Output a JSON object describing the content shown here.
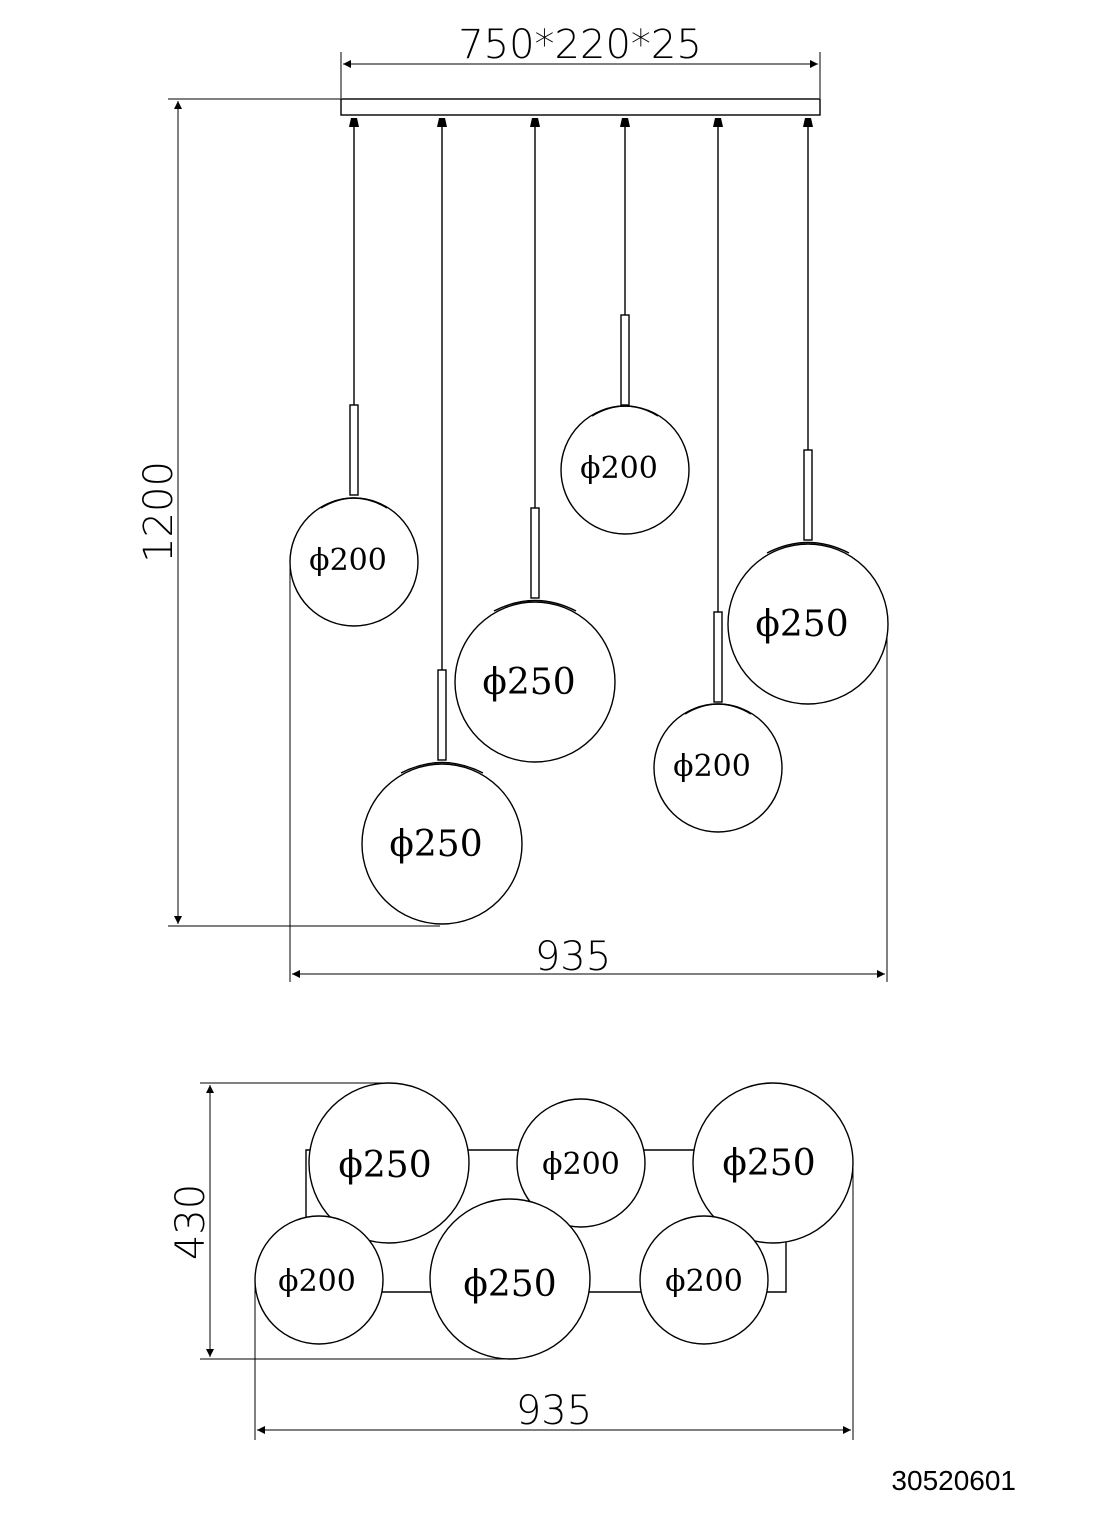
{
  "side_view": {
    "canopy_dim": "750*220*25",
    "height_dim": "1200",
    "width_dim": "935",
    "globes": [
      {
        "label": "ϕ200"
      },
      {
        "label": "ϕ250"
      },
      {
        "label": "ϕ250"
      },
      {
        "label": "ϕ200"
      },
      {
        "label": "ϕ200"
      },
      {
        "label": "ϕ250"
      }
    ]
  },
  "top_view": {
    "depth_dim": "430",
    "width_dim": "935",
    "globes": [
      {
        "label": "ϕ250"
      },
      {
        "label": "ϕ200"
      },
      {
        "label": "ϕ250"
      },
      {
        "label": "ϕ200"
      },
      {
        "label": "ϕ250"
      },
      {
        "label": "ϕ200"
      }
    ]
  },
  "product_code": "30520601"
}
